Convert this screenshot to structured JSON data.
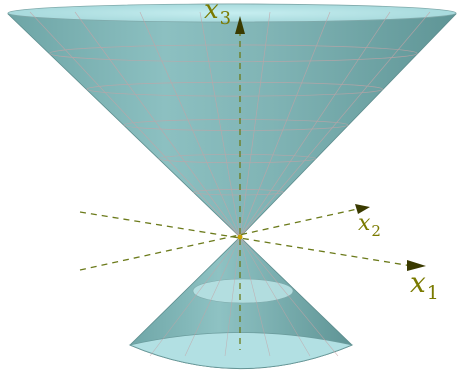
{
  "figure": {
    "axes": [
      {
        "id": "x1",
        "label": "x",
        "subscript": "1"
      },
      {
        "id": "x2",
        "label": "x",
        "subscript": "2"
      },
      {
        "id": "x3",
        "label": "x",
        "subscript": "3"
      }
    ],
    "colors": {
      "cone_fill": "#8fc1c2",
      "cone_fill_light": "#bfe6e8",
      "cone_rim": "#a7dadd",
      "mesh_line": "#c4a3a6",
      "axis_color": "#6b7a1a",
      "label_color": "#7a7a00"
    },
    "surface": "double cone"
  }
}
